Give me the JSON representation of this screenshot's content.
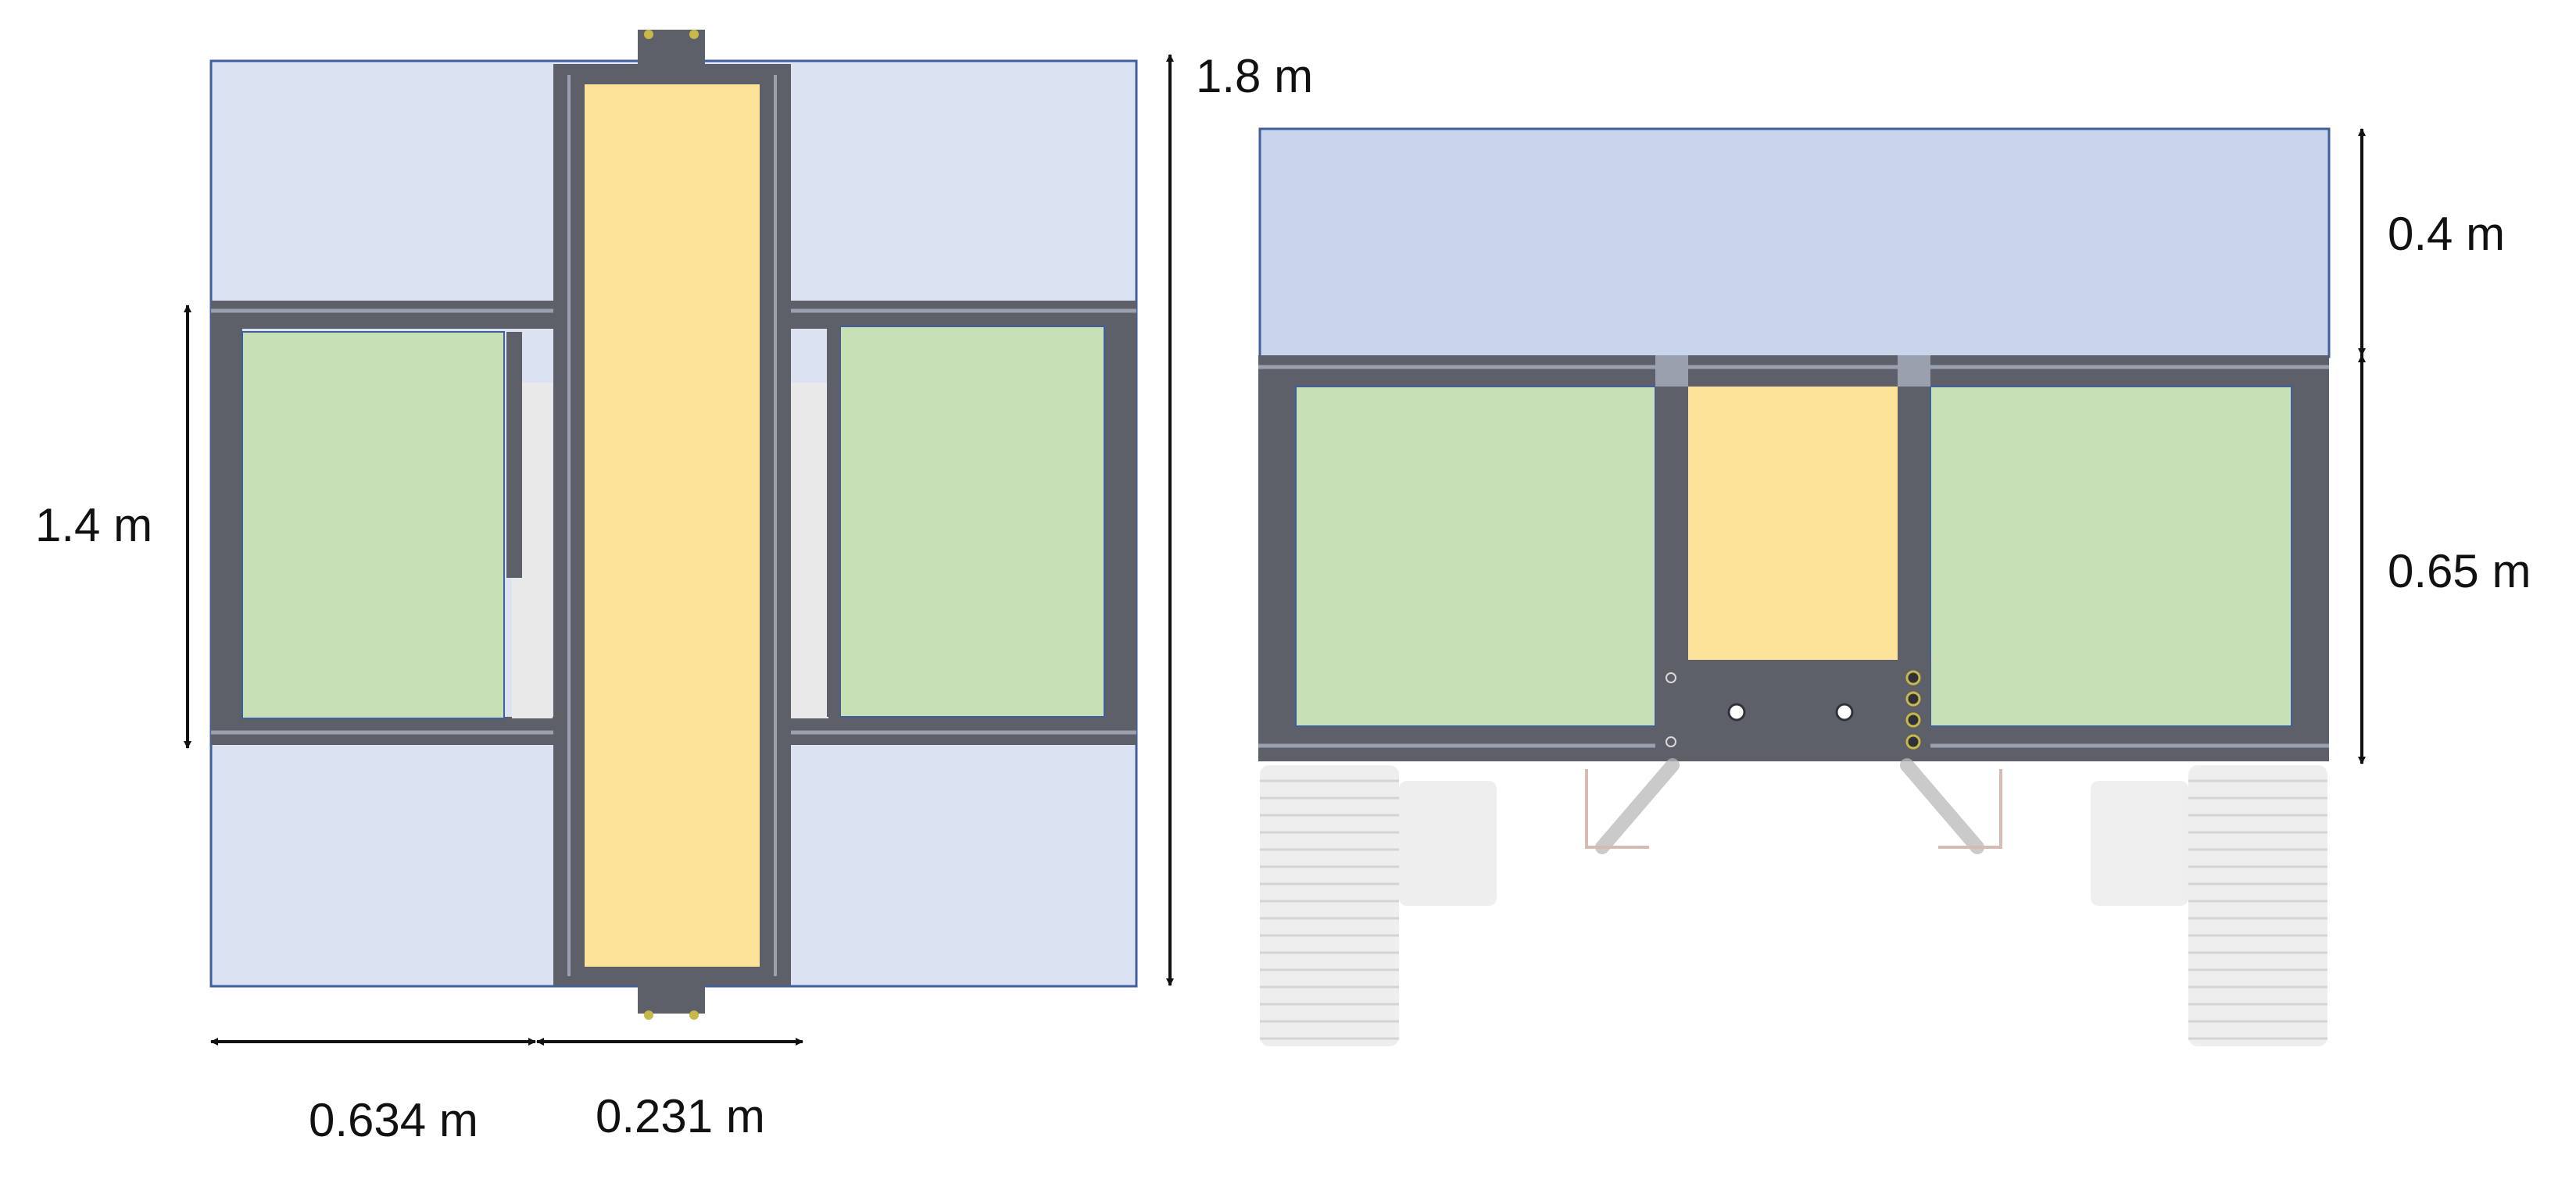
{
  "colors": {
    "background": "#ffffff",
    "footprint_zone": "#dbe3f3",
    "upper_zone": "#c8d5ec",
    "payload_zone": "#c7e0b5",
    "center_zone": "#fde399",
    "frame": "#5e6069",
    "frame_highlight": "#9aa0ae",
    "zone_outline": "#3f5f9f",
    "track": "#e9e9e9",
    "track_line": "#c6c6c6"
  },
  "top_view": {
    "dimensions": {
      "total_length": "1.8 m",
      "frame_length": "1.4 m",
      "side_width": "0.634 m",
      "center_width": "0.231 m"
    }
  },
  "side_view": {
    "dimensions": {
      "upper_height": "0.4 m",
      "frame_height": "0.65 m"
    }
  }
}
